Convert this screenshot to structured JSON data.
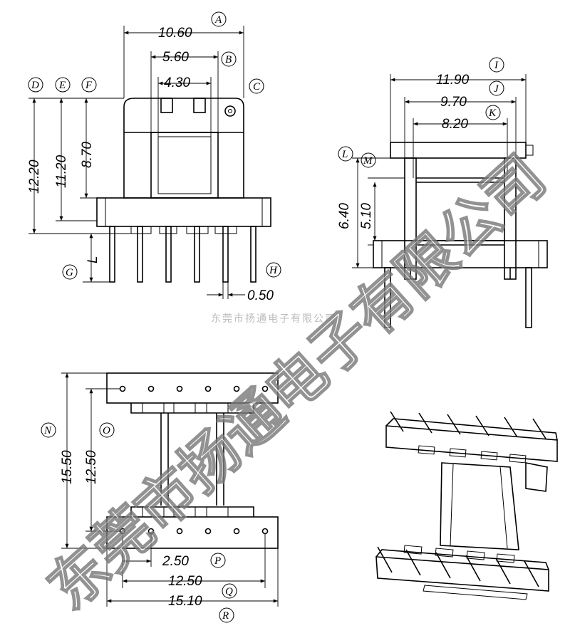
{
  "dimensions": {
    "A": "10.60",
    "B": "5.60",
    "C": "",
    "D": "12.20",
    "E": "11.20",
    "F": "8.70",
    "G": "L",
    "H": "0.50",
    "I": "11.90",
    "J": "9.70",
    "K": "8.20",
    "L": "6.40",
    "M": "5.10",
    "N": "15.50",
    "O": "12.50",
    "P": "2.50",
    "Q": "12.50",
    "R": "15.10",
    "inner": "4.30"
  },
  "letters": [
    "A",
    "B",
    "C",
    "D",
    "E",
    "F",
    "G",
    "H",
    "I",
    "J",
    "K",
    "L",
    "M",
    "N",
    "O",
    "P",
    "Q",
    "R"
  ],
  "watermark": {
    "small": "东莞市扬通电子有限公司",
    "big": "东莞市扬通电子有限公司"
  }
}
